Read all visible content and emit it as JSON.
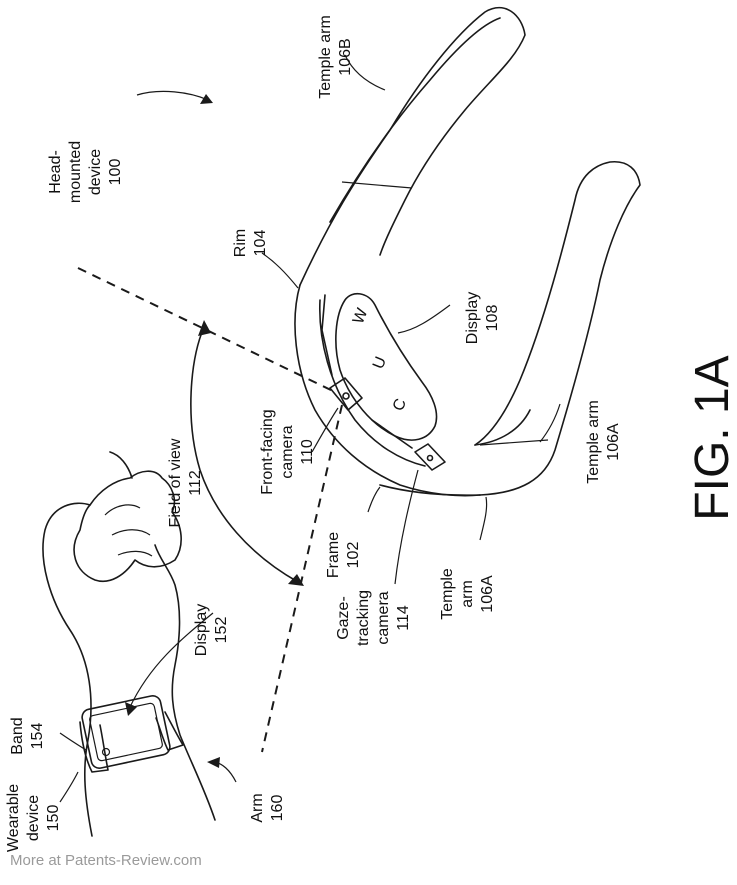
{
  "figure": {
    "label": "FIG. 1A",
    "watermark": "More at Patents-Review.com",
    "display_letters": [
      "C",
      "U",
      "W"
    ],
    "labels": {
      "hmd": [
        "Head-",
        "mounted",
        "device",
        "100"
      ],
      "temple_b": [
        "Temple arm",
        "106B"
      ],
      "rim": [
        "Rim",
        "104"
      ],
      "display108": [
        "Display",
        "108"
      ],
      "front_cam": [
        "Front-facing",
        "camera",
        "110"
      ],
      "fov": [
        "Field of view",
        "112"
      ],
      "temple_a_right": [
        "Temple arm",
        "106A"
      ],
      "frame": [
        "Frame",
        "102"
      ],
      "temple_a_bottom": [
        "Temple",
        "arm",
        "106A"
      ],
      "gaze_cam": [
        "Gaze-",
        "tracking",
        "camera",
        "114"
      ],
      "display152": [
        "Display",
        "152"
      ],
      "band": [
        "Band",
        "154"
      ],
      "arm": [
        "Arm",
        "160"
      ],
      "wearable": [
        "Wearable",
        "device",
        "150"
      ]
    }
  }
}
